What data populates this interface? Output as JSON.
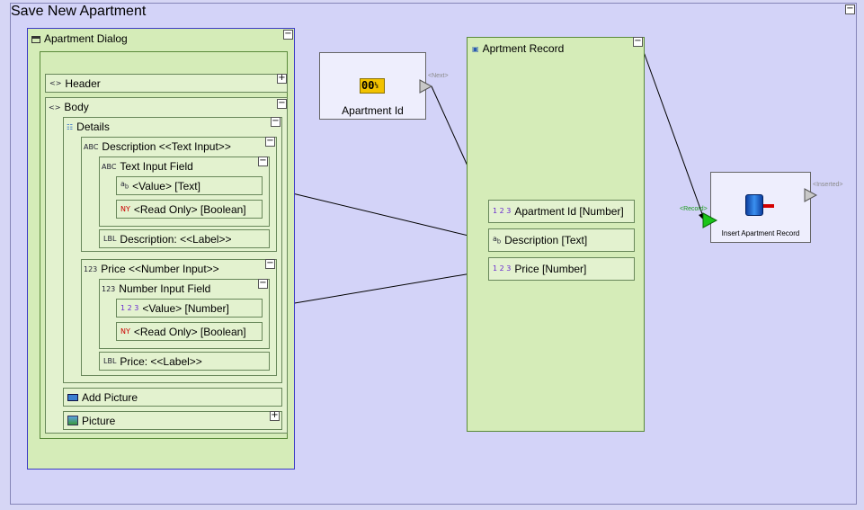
{
  "canvas_title": "Save New Apartment",
  "dialog": {
    "title": "Apartment Dialog",
    "header": "Header",
    "body": "Body",
    "details": "Details",
    "description_input": "Description <<Text Input>>",
    "text_input_field": "Text Input Field",
    "text_value": "<Value> [Text]",
    "text_readonly": "<Read Only> [Boolean]",
    "description_label": "Description: <<Label>>",
    "price_input": "Price <<Number Input>>",
    "number_input_field": "Number Input Field",
    "number_value": "<Value> [Number]",
    "number_readonly": "<Read Only> [Boolean]",
    "price_label": "Price: <<Label>>",
    "add_picture": "Add Picture",
    "picture": "Picture"
  },
  "apartment_id_node": {
    "label": "Apartment Id",
    "port_next": "<Next>",
    "icon_text": "00"
  },
  "record": {
    "title": "Aprtment Record",
    "fields": [
      "Apartment Id [Number]",
      "Description [Text]",
      "Price [Number]"
    ]
  },
  "insert_node": {
    "label": "Insert Apartment Record",
    "port_record": "<Record>",
    "port_inserted": "<Inserted>"
  },
  "buttons": {
    "collapse": "−",
    "expand": "+"
  },
  "icons": {
    "abc": "ABC",
    "num": "123",
    "lbl": "LBL",
    "ny": "NY",
    "ab": "a",
    "ab_sub": "b",
    "onetwothree": "1 2 3"
  },
  "colors": {
    "canvas": "#d3d3f8",
    "panel": "#d5ecb8",
    "field": "#e3f2cf",
    "accent_green": "#19c519"
  }
}
